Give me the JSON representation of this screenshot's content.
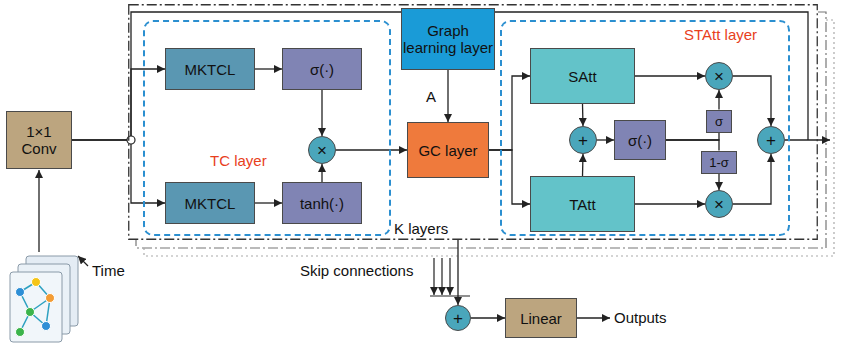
{
  "diagram": {
    "nodes": [
      {
        "text": [
          "1×1 Conv"
        ]
      },
      {
        "text": [
          "K layers"
        ]
      },
      {
        "text": [
          "TC layer"
        ],
        "in": 1
      },
      {
        "text": [
          "MKTCL"
        ],
        "in": 2
      },
      {
        "text": [
          "σ(·)"
        ],
        "in": 2
      },
      {
        "text": [
          "×"
        ],
        "in": 2
      },
      {
        "text": [
          "MKTCL"
        ],
        "in": 2
      },
      {
        "text": [
          "tanh(·)"
        ],
        "in": 2
      },
      {
        "text": [
          "Graph learning layer"
        ],
        "in": 1
      },
      {
        "text": [
          "GC layer"
        ],
        "in": 1
      },
      {
        "text": [
          "STAtt layer"
        ],
        "in": 1
      },
      {
        "text": [
          "SAtt"
        ],
        "in": 10
      },
      {
        "text": [
          "×"
        ],
        "in": 10
      },
      {
        "text": [
          "+"
        ],
        "in": 10
      },
      {
        "text": [
          "σ(·)"
        ],
        "in": 10
      },
      {
        "text": [
          "σ"
        ],
        "in": 10
      },
      {
        "text": [
          "+"
        ],
        "in": 10
      },
      {
        "text": [
          "1-σ"
        ],
        "in": 10
      },
      {
        "text": [
          "TAtt"
        ],
        "in": 10
      },
      {
        "text": [
          "×"
        ],
        "in": 10
      },
      {
        "text": [
          "+"
        ]
      },
      {
        "text": [
          "Linear"
        ]
      }
    ],
    "edges": [
      {
        "from": 0,
        "to": 3,
        "arrow": "to"
      },
      {
        "from": 0,
        "to": 6,
        "arrow": "to"
      },
      {
        "from": 3,
        "to": 4,
        "arrow": "to"
      },
      {
        "from": 4,
        "to": 5,
        "arrow": "to"
      },
      {
        "from": 6,
        "to": 7,
        "arrow": "to"
      },
      {
        "from": 7,
        "to": 5,
        "arrow": "to"
      },
      {
        "from": 5,
        "to": 9,
        "arrow": "to"
      },
      {
        "from": 8,
        "to": 9,
        "arrow": "to",
        "label": "A"
      },
      {
        "from": 9,
        "to": 11,
        "arrow": "to"
      },
      {
        "from": 9,
        "to": 18,
        "arrow": "to"
      },
      {
        "from": 11,
        "to": 13,
        "arrow": "to"
      },
      {
        "from": 18,
        "to": 13,
        "arrow": "to"
      },
      {
        "from": 13,
        "to": 14,
        "arrow": "to"
      },
      {
        "from": 14,
        "to": 15,
        "arrow": "none"
      },
      {
        "from": 14,
        "to": 17,
        "arrow": "none"
      },
      {
        "from": 15,
        "to": 12,
        "arrow": "to"
      },
      {
        "from": 17,
        "to": 19,
        "arrow": "to"
      },
      {
        "from": 11,
        "to": 12,
        "arrow": "to"
      },
      {
        "from": 18,
        "to": 19,
        "arrow": "to"
      },
      {
        "from": 12,
        "to": 16,
        "arrow": "to"
      },
      {
        "from": 19,
        "to": 16,
        "arrow": "to"
      },
      {
        "from": 1,
        "to": 20,
        "arrow": "to"
      },
      {
        "from": 20,
        "to": 21,
        "arrow": "to"
      }
    ],
    "labels": [
      "Time",
      "Skip connections",
      "Outputs"
    ]
  }
}
